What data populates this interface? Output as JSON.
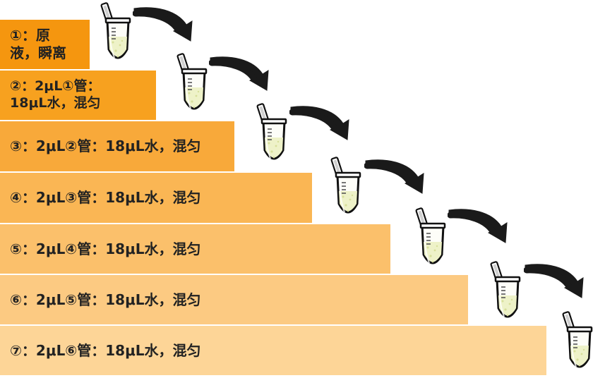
{
  "steps": [
    {
      "label": "①：原\n液，瞬离",
      "color": "#F5960F"
    },
    {
      "label": "②：2μL①管：\n18μL水，混匀",
      "color": "#F7A11F"
    },
    {
      "label": "③：2μL②管：18μL水，混匀",
      "color": "#F8A93A"
    },
    {
      "label": "④：2μL③管：18μL水，混匀",
      "color": "#FAB654"
    },
    {
      "label": "⑤：2μL④管：18μL水，混匀",
      "color": "#FBC06B"
    },
    {
      "label": "⑥：2μL⑤管：18μL水，混匀",
      "color": "#FCCA82"
    },
    {
      "label": "⑦：2μL⑥管：18μL水，混匀",
      "color": "#FDD597"
    }
  ],
  "icons": {
    "tube": "microcentrifuge-tube-icon",
    "arrow": "curved-arrow-icon"
  }
}
